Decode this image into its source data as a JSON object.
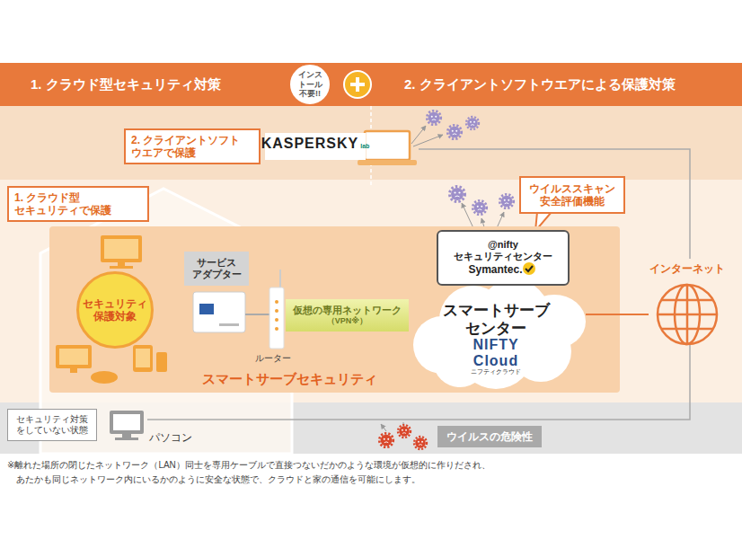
{
  "diagram": {
    "nodes": [
      {
        "text": [
          "1. クラウド型セキュリティ対策"
        ]
      },
      {
        "text": [
          "インス トール 不要!!"
        ]
      },
      {
        "text": [
          "2. クライアントソフトウエアによる保護対策"
        ]
      },
      {
        "text": [
          "2. クライアントソフト ウエアで保護"
        ]
      },
      {
        "text": [
          "KASPERSKY",
          "lab"
        ]
      },
      {
        "text": [
          "1. クラウド型 セキュリティで保護"
        ]
      },
      {
        "text": [
          "スマートサーブセキュリティ"
        ]
      },
      {
        "text": [
          "セキュリティ 保護対象"
        ],
        "in": 6
      },
      {
        "text": [
          "サービス アダプター"
        ],
        "in": 6
      },
      {
        "text": [
          "仮想の専用ネットワーク",
          "（VPN※）"
        ],
        "in": 6
      },
      {
        "text": [
          "スマートサーブ センター",
          "NIFTY Cloud",
          "ニフティクラウド"
        ],
        "in": 6
      },
      {
        "text": [
          "@nifty セキュリティセンター",
          "Symantec."
        ],
        "in": 6
      },
      {
        "text": [
          "ウイルススキャン 安全評価機能"
        ]
      },
      {
        "text": [
          "インターネット"
        ]
      },
      {
        "text": [
          "セキュリティ対策 をしていない状態"
        ]
      },
      {
        "text": [
          "ウイルスの危険性"
        ]
      }
    ],
    "edges": [
      {
        "from": 10,
        "to": 13,
        "arrow": "none"
      }
    ],
    "labels": [
      "ルーター",
      "パソコン",
      "※離れた場所の閉じたネットワーク（LAN）同士を専用ケーブルで直接つないだかのような環境が仮想的に作りだされ、 あたかも同じネットワーク内にいるかのように安全な状態で、クラウドと家の通信を可能にします。"
    ]
  }
}
